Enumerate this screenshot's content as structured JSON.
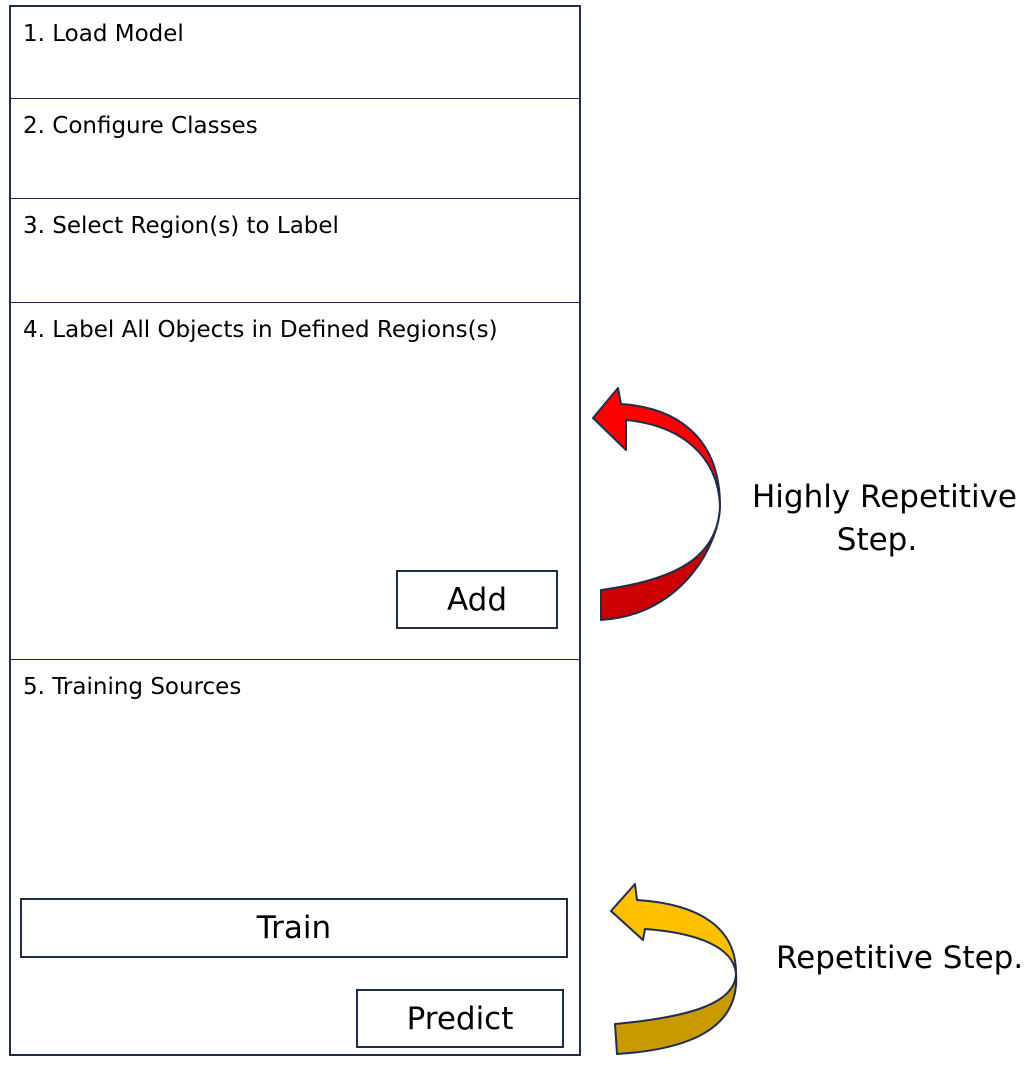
{
  "steps": [
    {
      "title": "1. Load Model"
    },
    {
      "title": "2. Configure Classes"
    },
    {
      "title": "3. Select Region(s) to Label"
    },
    {
      "title": "4. Label All Objects in Defined Regions(s)",
      "button_label": "Add"
    },
    {
      "title": "5. Training Sources",
      "train_label": "Train",
      "predict_label": "Predict"
    }
  ],
  "annotations": {
    "highly_repetitive_line1": "Highly Repetitive",
    "highly_repetitive_line2": "Step.",
    "repetitive": "Repetitive Step."
  },
  "colors": {
    "border": "#1f2d4d",
    "red_arrow_light": "#ff0000",
    "red_arrow_dark": "#cc0000",
    "yellow_arrow_light": "#ffc000",
    "yellow_arrow_dark": "#c99a00"
  }
}
